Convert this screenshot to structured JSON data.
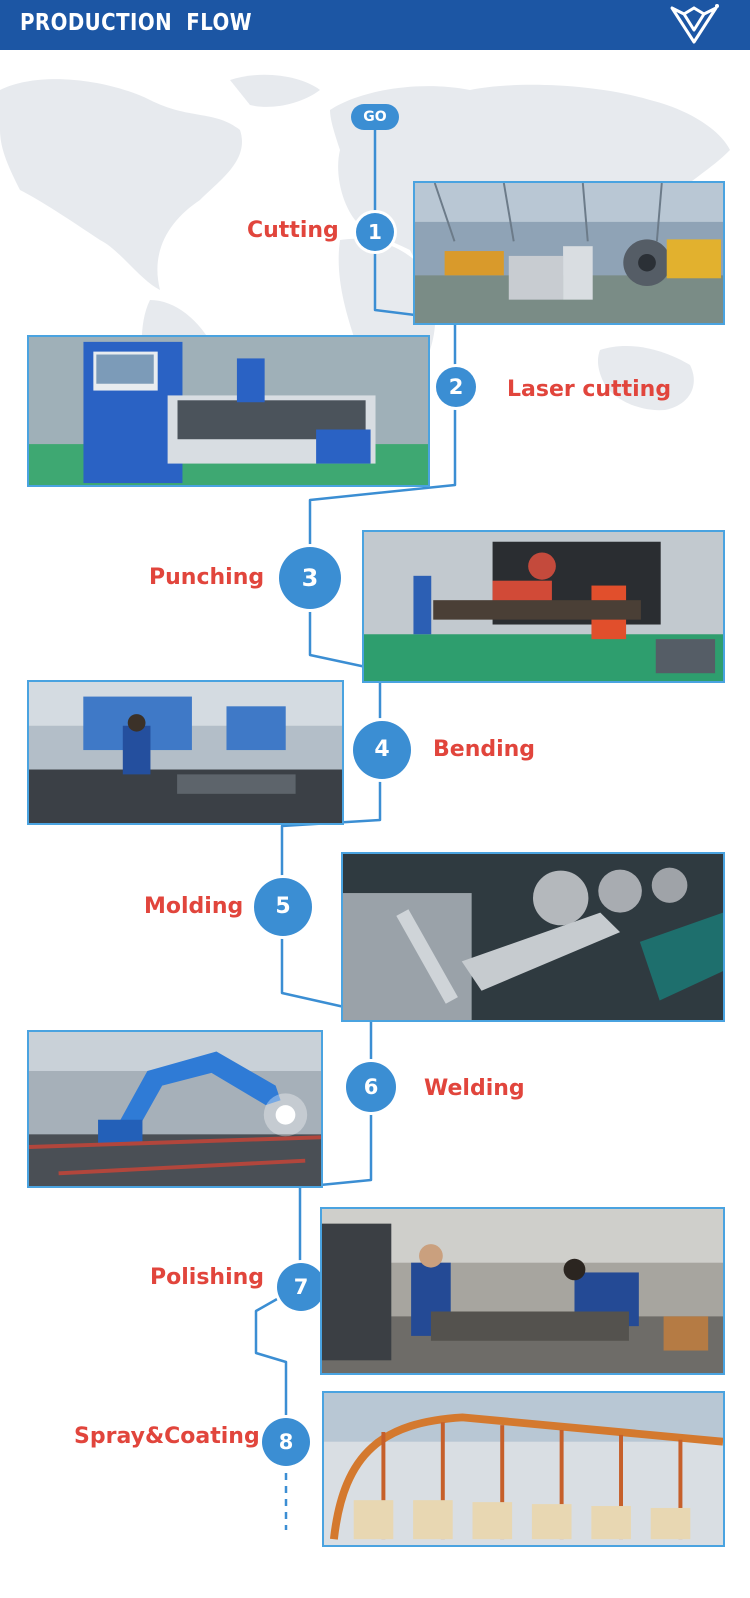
{
  "header": {
    "title": "PRODUCTION FLOW",
    "logo_icon": "brand-logo-icon"
  },
  "flow": {
    "go_label": "GO"
  },
  "colors": {
    "header_bg": "#1c56a4",
    "accent_blue": "#3b8ed3",
    "label_red": "#e1453c"
  },
  "steps": [
    {
      "number": "1",
      "label": "Cutting"
    },
    {
      "number": "2",
      "label": "Laser cutting"
    },
    {
      "number": "3",
      "label": "Punching"
    },
    {
      "number": "4",
      "label": "Bending"
    },
    {
      "number": "5",
      "label": "Molding"
    },
    {
      "number": "6",
      "label": "Welding"
    },
    {
      "number": "7",
      "label": "Polishing"
    },
    {
      "number": "8",
      "label": "Spray&Coating"
    }
  ]
}
